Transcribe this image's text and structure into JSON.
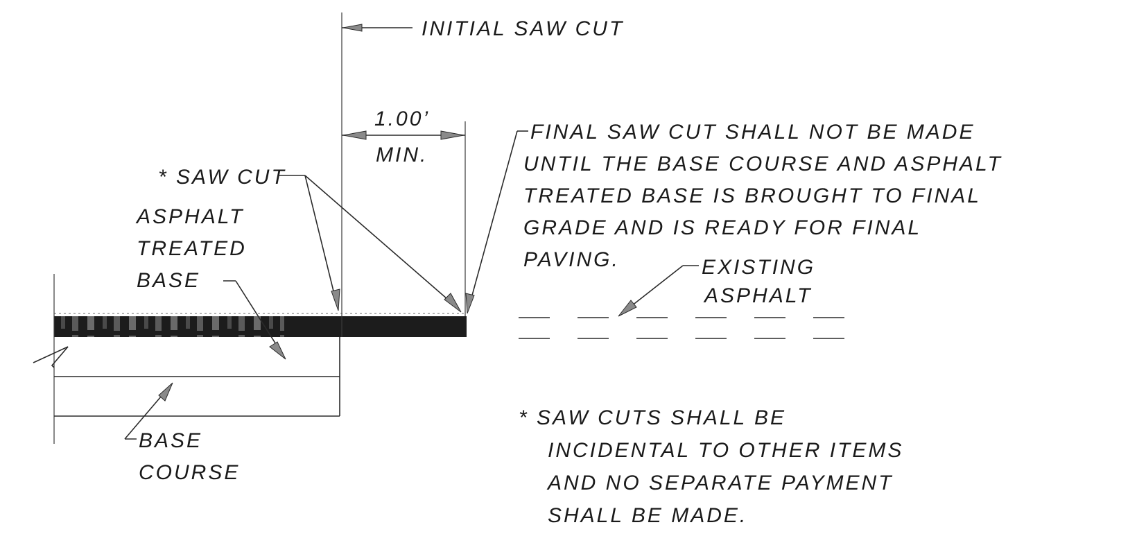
{
  "labels": {
    "initial_saw_cut": "INITIAL SAW CUT",
    "dimension_value": "1.00’",
    "dimension_min": "MIN.",
    "saw_cut": "* SAW CUT",
    "final_note": [
      "FINAL SAW CUT SHALL NOT BE MADE",
      "UNTIL THE BASE COURSE AND ASPHALT",
      "TREATED BASE IS BROUGHT TO FINAL",
      "GRADE AND IS READY FOR FINAL",
      "PAVING."
    ],
    "asphalt_treated_base": [
      "ASPHALT",
      "TREATED",
      "BASE"
    ],
    "existing_asphalt": [
      "EXISTING",
      "ASPHALT"
    ],
    "base_course": [
      "BASE",
      "COURSE"
    ],
    "saw_cuts_note": [
      "* SAW CUTS SHALL BE",
      "INCIDENTAL TO OTHER ITEMS",
      "AND NO SEPARATE PAYMENT",
      "SHALL BE MADE."
    ]
  },
  "colors": {
    "line": "#2a2a2a",
    "asphalt_band": "#1c1c1c",
    "arrowhead": "#8a8a8a"
  }
}
